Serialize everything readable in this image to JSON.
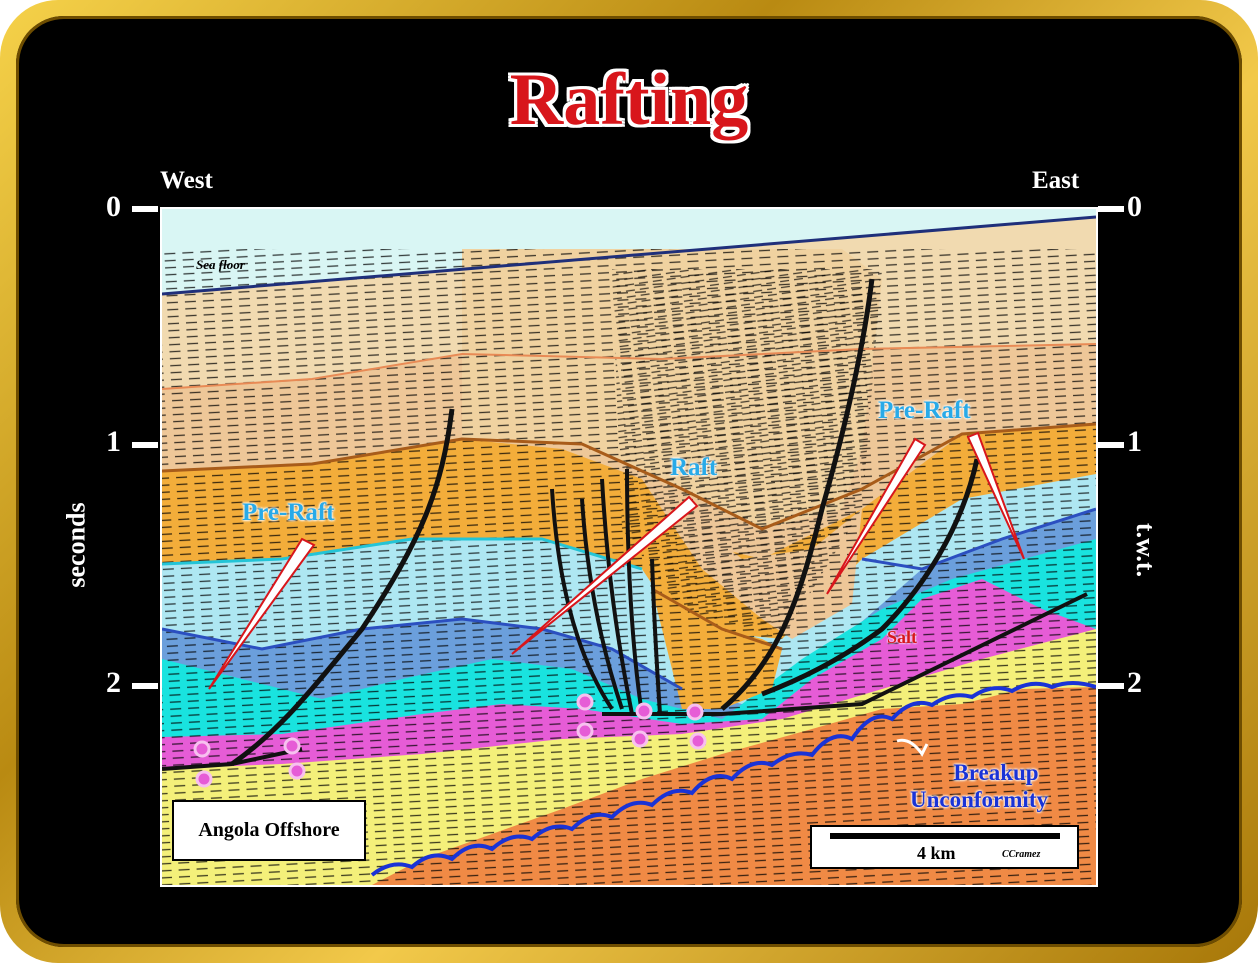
{
  "title": "Rafting",
  "directions": {
    "west": "West",
    "east": "East"
  },
  "axis": {
    "left_label": "seconds",
    "right_label": "t.w.t.",
    "ticks": [
      "0",
      "1",
      "2"
    ]
  },
  "labels": {
    "sea_floor": "Sea floor",
    "pre_raft_left": "Pre-Raft",
    "raft": "Raft",
    "pre_raft_right": "Pre-Raft",
    "salt": "Salt",
    "breakup_1": "Breakup",
    "breakup_2": "Unconformity"
  },
  "location": "Angola Offshore",
  "scale": {
    "text": "4 km",
    "credit": "CCramez"
  },
  "colors": {
    "title": "#d8161b",
    "label_blue": "#29aae8",
    "salt": "#e65cd6",
    "unconformity": "#1a33d6"
  }
}
